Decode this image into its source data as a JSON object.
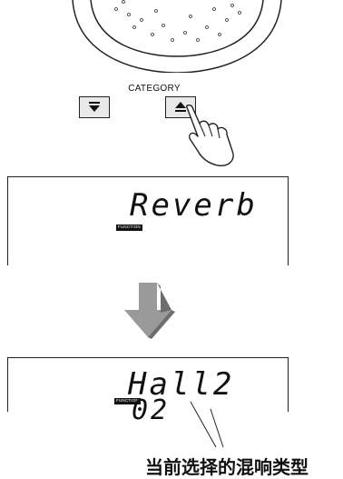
{
  "panel": {
    "category_label": "CATEGORY",
    "down_button": {
      "glyph": "▼",
      "icon": "double-down-arrow-icon"
    },
    "up_button": {
      "glyph": "▲",
      "icon": "double-up-arrow-icon"
    }
  },
  "display_before": {
    "main_text": "Reverb",
    "badge": "FUNCTION"
  },
  "display_after": {
    "main_text": "Hall2",
    "badge": "FUNCTION",
    "number": "02"
  },
  "caption": "当前选择的混响类型",
  "colors": {
    "arrow": "#9a9a9a",
    "arrow_dark": "#6d6d6d",
    "button_fill": "#e9e9e9"
  }
}
